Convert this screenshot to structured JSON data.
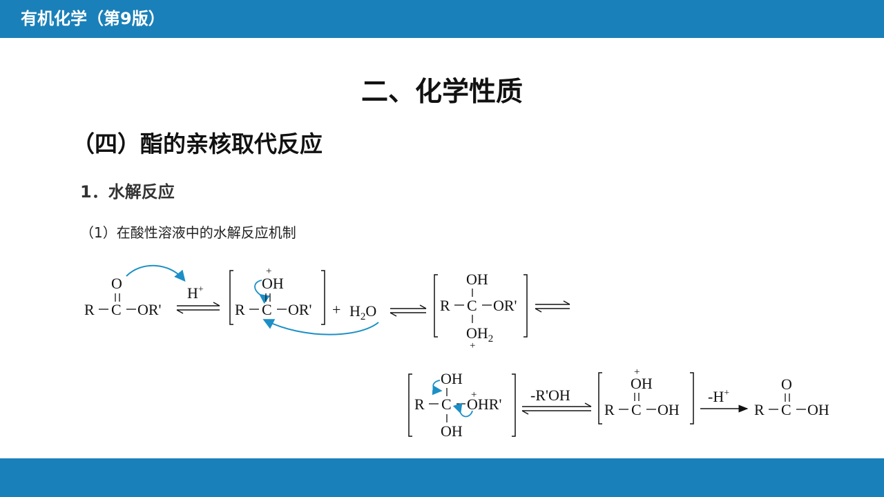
{
  "header": {
    "book_title": "有机化学（第9版）"
  },
  "slide": {
    "title": "二、化学性质",
    "section": "（四）酯的亲核取代反应",
    "subsection": "1．水解反应",
    "item": "（1）在酸性溶液中的水解反应机制"
  },
  "mechanism": {
    "s1": {
      "o": "O",
      "r": "R",
      "c": "C",
      "or": "OR'"
    },
    "r1": {
      "label": "H",
      "sup": "+"
    },
    "s2": {
      "plus": "+",
      "oh": "OH",
      "r": "R",
      "c": "C",
      "or": "OR'"
    },
    "water": {
      "plus": "+",
      "h": "H",
      "sub": "2",
      "o": "O"
    },
    "s3": {
      "oh": "OH",
      "r": "R",
      "c": "C",
      "or": "OR'",
      "oh2": "OH",
      "sub": "2",
      "plus": "+"
    },
    "s4": {
      "oh_top": "OH",
      "r": "R",
      "c": "C",
      "ohr": "OHR'",
      "plus": "+",
      "oh_bottom": "OH"
    },
    "r2": {
      "label": "-R'OH"
    },
    "s5": {
      "plus": "+",
      "oh": "OH",
      "r": "R",
      "c": "C",
      "oh_right": "OH"
    },
    "r3": {
      "label": "-H",
      "sup": "+"
    },
    "s6": {
      "o": "O",
      "r": "R",
      "c": "C",
      "oh": "OH"
    }
  },
  "colors": {
    "header_bar": "#1a80b9",
    "footer_bar": "#1a80b9",
    "arrow_blue": "#1b8fc6"
  }
}
